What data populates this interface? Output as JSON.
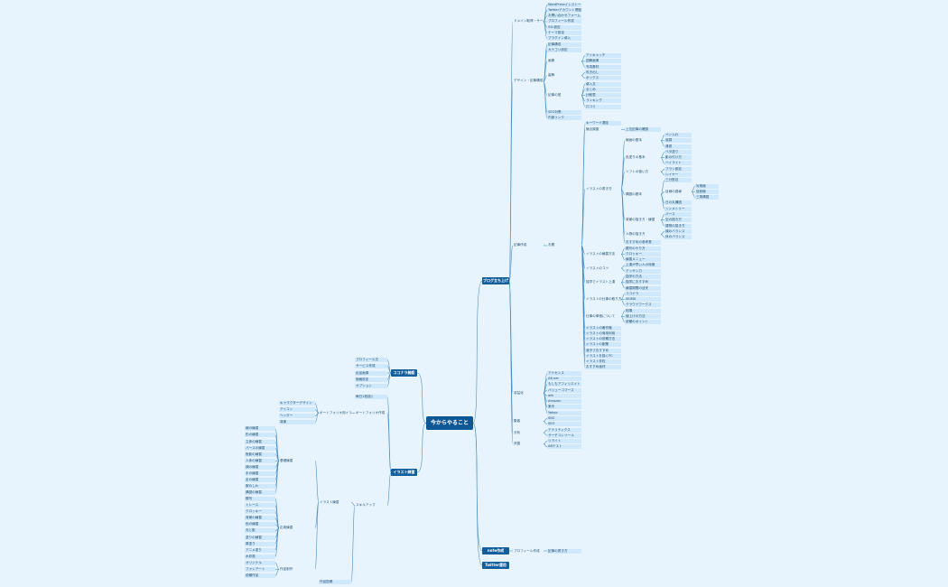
{
  "root": "今からやること",
  "branches": [
    {
      "label": "ブログ立ち上げ",
      "children": [
        {
          "label": "ドメイン取得・サーバー設定",
          "children": [
            {
              "label": "WordPressインストール"
            },
            {
              "label": "Twitterアカウント開設"
            },
            {
              "label": "お問い合わせフォーム"
            },
            {
              "label": "プロフィール作成"
            },
            {
              "label": "SSL設定"
            },
            {
              "label": "テーマ設定"
            },
            {
              "label": "プラグイン導入"
            }
          ]
        },
        {
          "label": "デザイン・記事構成",
          "children": [
            {
              "label": "記事構成"
            },
            {
              "label": "カテゴリ設定"
            },
            {
              "label": "画像",
              "children": [
                {
                  "label": "アイキャッチ"
                },
                {
                  "label": "図解画像"
                },
                {
                  "label": "写真素材"
                }
              ]
            },
            {
              "label": "装飾",
              "children": [
                {
                  "label": "吹き出し"
                },
                {
                  "label": "ボックス"
                }
              ]
            },
            {
              "label": "記事の型",
              "children": [
                {
                  "label": "導入文"
                },
                {
                  "label": "まとめ"
                },
                {
                  "label": "比較表"
                },
                {
                  "label": "ランキング"
                },
                {
                  "label": "口コミ"
                }
              ]
            },
            {
              "label": "SEO対策"
            },
            {
              "label": "内部リンク"
            }
          ]
        },
        {
          "label": "記事作成",
          "children": [
            {
              "label": "お題",
              "children": [
                {
                  "label": "キーワード選定"
                },
                {
                  "label": "競合調査",
                  "children": [
                    {
                      "label": "上位記事の確認"
                    }
                  ]
                },
                {
                  "label": "イラストの書き方",
                  "children": [
                    {
                      "label": "線画の基本",
                      "children": [
                        {
                          "label": "ペン入れ"
                        },
                        {
                          "label": "強弱"
                        },
                        {
                          "label": "清書"
                        }
                      ]
                    },
                    {
                      "label": "色塗りの基本",
                      "children": [
                        {
                          "label": "ベタ塗り"
                        },
                        {
                          "label": "影の付け方"
                        },
                        {
                          "label": "ハイライト"
                        }
                      ]
                    },
                    {
                      "label": "ソフトの使い方",
                      "children": [
                        {
                          "label": "ブラシ設定"
                        },
                        {
                          "label": "レイヤー"
                        }
                      ]
                    },
                    {
                      "label": "構図の基本",
                      "children": [
                        {
                          "label": "三分割法"
                        },
                        {
                          "label": "目線の誘導",
                          "children": [
                            {
                              "label": "対角線"
                            },
                            {
                              "label": "放射線"
                            },
                            {
                              "label": "三角構図"
                            }
                          ]
                        },
                        {
                          "label": "日の丸構図"
                        },
                        {
                          "label": "シンメトリー"
                        }
                      ]
                    },
                    {
                      "label": "背景の描き方・練習",
                      "children": [
                        {
                          "label": "パース"
                        },
                        {
                          "label": "空の描き方"
                        },
                        {
                          "label": "建物の描き方"
                        }
                      ]
                    },
                    {
                      "label": "人物の描き方",
                      "children": [
                        {
                          "label": "顔のバランス"
                        },
                        {
                          "label": "体のバランス"
                        }
                      ]
                    },
                    {
                      "label": "おすすめの参考書"
                    }
                  ]
                },
                {
                  "label": "イラストの練習方法",
                  "children": [
                    {
                      "label": "模写のやり方"
                    },
                    {
                      "label": "クロッキー"
                    },
                    {
                      "label": "練習メニュー"
                    }
                  ]
                },
                {
                  "label": "イラストのコツ",
                  "children": [
                    {
                      "label": "上達が早い人の特徴"
                    },
                    {
                      "label": "デッサン力"
                    }
                  ]
                },
                {
                  "label": "独学でイラスト上達",
                  "children": [
                    {
                      "label": "独学の方法"
                    },
                    {
                      "label": "独学におすすめ"
                    },
                    {
                      "label": "練習期間の目安"
                    }
                  ]
                },
                {
                  "label": "イラストの仕事の取り方",
                  "children": [
                    {
                      "label": "ココナラ"
                    },
                    {
                      "label": "SKIMA"
                    },
                    {
                      "label": "クラウドワークス"
                    }
                  ]
                },
                {
                  "label": "仕事の単価について",
                  "children": [
                    {
                      "label": "相場"
                    },
                    {
                      "label": "値上げの方法"
                    },
                    {
                      "label": "依頼のポイント"
                    }
                  ]
                },
                {
                  "label": "イラストの著作権"
                },
                {
                  "label": "イラストの商用利用"
                },
                {
                  "label": "イラストの依頼方法"
                },
                {
                  "label": "イラストの副業"
                },
                {
                  "label": "液タブおすすめ"
                },
                {
                  "label": "イラストを描くPC"
                },
                {
                  "label": "イラスト学校"
                },
                {
                  "label": "おすすめ画材"
                }
              ]
            }
          ]
        },
        {
          "label": "収益化",
          "children": [
            {
              "label": "アドセンス"
            },
            {
              "label": "A8.net"
            },
            {
              "label": "もしもアフィリエイト"
            },
            {
              "label": "バリューコマース"
            },
            {
              "label": "afb"
            },
            {
              "label": "Amazon"
            },
            {
              "label": "楽天"
            },
            {
              "label": "Yahoo"
            }
          ]
        },
        {
          "label": "集客",
          "children": [
            {
              "label": "SNS"
            },
            {
              "label": "SEO"
            }
          ]
        },
        {
          "label": "分析",
          "children": [
            {
              "label": "アナリティクス"
            },
            {
              "label": "サーチコンソール"
            }
          ]
        },
        {
          "label": "改善",
          "children": [
            {
              "label": "リライト"
            },
            {
              "label": "ABテスト"
            }
          ]
        }
      ]
    },
    {
      "label": "note作成",
      "children": [
        {
          "label": "プロフィール作成",
          "children": [
            {
              "label": "記事の書き方"
            }
          ]
        }
      ]
    },
    {
      "label": "Twitter運用",
      "children": []
    },
    {
      "label": "ココナラ開設",
      "children": [
        {
          "label": "プロフィール文"
        },
        {
          "label": "サービス作成"
        },
        {
          "label": "出品画像"
        },
        {
          "label": "価格設定"
        },
        {
          "label": "オプション"
        }
      ]
    },
    {
      "label": "イラスト練習",
      "children": [
        {
          "label": "毎日1枚描く"
        },
        {
          "label": "ポートフォリオ作成",
          "children": [
            {
              "label": "ポートフォリオ用イラスト",
              "children": [
                {
                  "label": "キャラクターデザイン"
                },
                {
                  "label": "アイコン"
                },
                {
                  "label": "ヘッダー"
                },
                {
                  "label": "背景"
                }
              ]
            }
          ]
        },
        {
          "label": "スキルアップ",
          "children": [
            {
              "label": "イラスト練習",
              "children": [
                {
                  "label": "基礎練習",
                  "children": [
                    {
                      "label": "線の練習"
                    },
                    {
                      "label": "形の練習"
                    },
                    {
                      "label": "立体の練習"
                    },
                    {
                      "label": "パースの練習"
                    },
                    {
                      "label": "陰影の練習"
                    },
                    {
                      "label": "人体の練習"
                    },
                    {
                      "label": "顔の練習"
                    },
                    {
                      "label": "手の練習"
                    },
                    {
                      "label": "足の練習"
                    },
                    {
                      "label": "服のしわ"
                    },
                    {
                      "label": "構図の練習"
                    }
                  ]
                },
                {
                  "label": "応用練習",
                  "children": [
                    {
                      "label": "模写"
                    },
                    {
                      "label": "トレース"
                    },
                    {
                      "label": "クロッキー"
                    },
                    {
                      "label": "背景の練習"
                    },
                    {
                      "label": "色の練習"
                    },
                    {
                      "label": "光と影"
                    },
                    {
                      "label": "塗りの練習"
                    },
                    {
                      "label": "厚塗り"
                    },
                    {
                      "label": "アニメ塗り"
                    },
                    {
                      "label": "水彩風"
                    }
                  ]
                },
                {
                  "label": "作品制作",
                  "children": [
                    {
                      "label": "オリジナル"
                    },
                    {
                      "label": "ファンアート"
                    },
                    {
                      "label": "依頼作品"
                    }
                  ]
                }
              ]
            },
            {
              "label": "作品投稿"
            }
          ]
        }
      ]
    }
  ]
}
